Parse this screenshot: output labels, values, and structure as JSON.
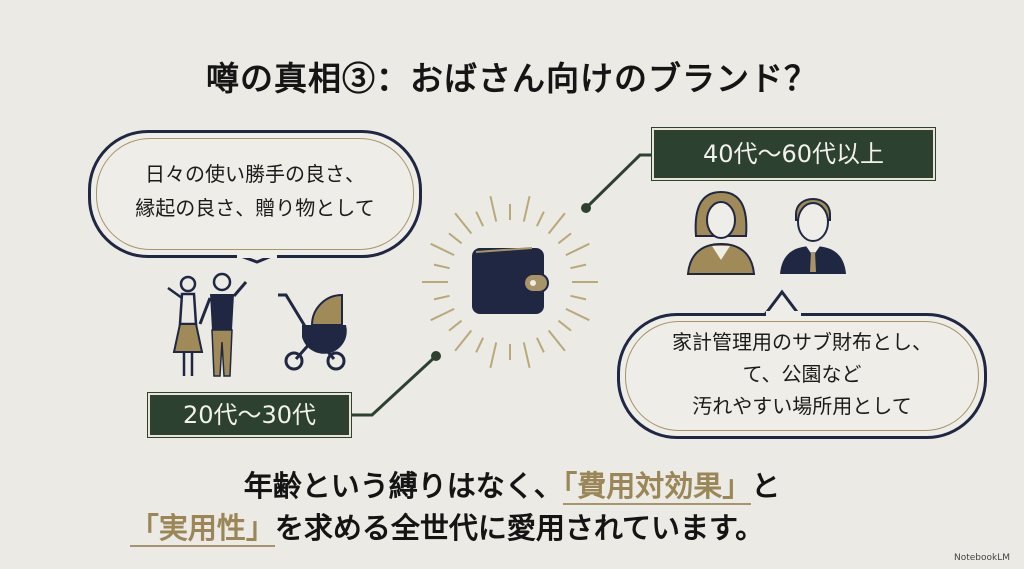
{
  "title": "噂の真相③：おばさん向けのブランド？",
  "left_bubble": {
    "lines": [
      "日々の使い勝手の良さ、",
      "縁起の良さ、贈り物として"
    ]
  },
  "left_label": "20代～30代",
  "right_label": "40代～60代以上",
  "right_bubble": {
    "lines": [
      "家計管理用のサブ財布とし、",
      "て、公園など",
      "汚れやすい場所用として"
    ]
  },
  "conclusion": {
    "line1_pre": "年齢という縛りはなく、",
    "line1_hl": "「費用対効果」",
    "line1_post": "と",
    "line2_hl": "「実用性」",
    "line2_post": "を求める全世代に愛用されています。"
  },
  "brand": "NotebookLM",
  "icons": [
    "couple-icon",
    "stroller-icon",
    "wallet-icon",
    "woman-icon",
    "man-icon"
  ],
  "colors": {
    "navy": "#1f2742",
    "green": "#2c4130",
    "gold": "#a89466",
    "background": "#ebeae5"
  }
}
